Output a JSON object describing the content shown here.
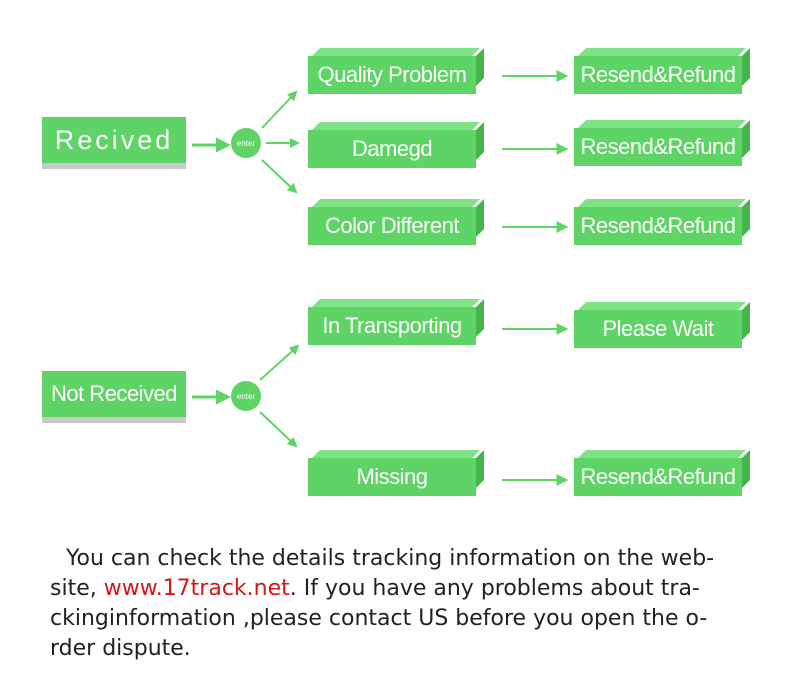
{
  "flow": {
    "received": {
      "source": "Recived",
      "enter": "enter",
      "problems": [
        {
          "label": "Quality Problem",
          "result": "Resend&Refund"
        },
        {
          "label": "Damegd",
          "result": "Resend&Refund"
        },
        {
          "label": "Color Different",
          "result": "Resend&Refund"
        }
      ]
    },
    "not_received": {
      "source": "Not Received",
      "enter": "enter",
      "problems": [
        {
          "label": "In Transporting",
          "result": "Please Wait"
        },
        {
          "label": "Missing",
          "result": "Resend&Refund"
        }
      ]
    }
  },
  "note": {
    "part1": "You can check the details tracking information on the web-site, ",
    "link": "www.17track.net",
    "part2": ".  If you have any problems about tra-ckinginformation ,please contact US before you open the o-rder dispute."
  },
  "colors": {
    "box_green": "#5fd466",
    "arrow_green": "#5fd466",
    "link_red": "#d81616"
  }
}
